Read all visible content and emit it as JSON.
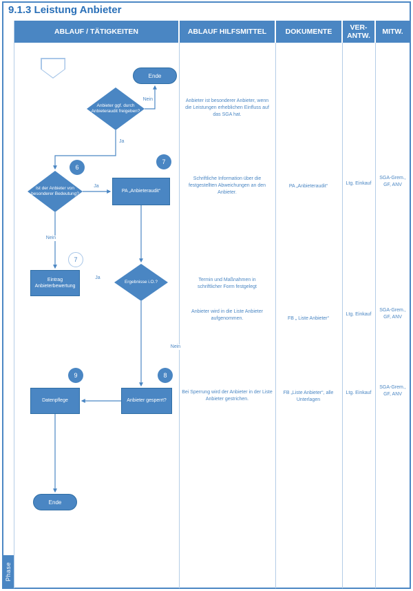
{
  "title": "9.1.3 Leistung Anbieter",
  "phase": {
    "label": "Phase"
  },
  "header": {
    "activities": "ABLAUF / TÄTIGKEITEN",
    "aids": "ABLAUF HILFSMITTEL",
    "documents": "DOKUMENTE",
    "responsible": "VER-ANTW.",
    "contributors": "MITW."
  },
  "flow": {
    "end_top": "Ende",
    "decision_audit_release": "Anbieter ggf. durch Anbieteraudit freigeben?",
    "decision_importance": "Ist der Anbieter von besonderer Bedeutung?",
    "process_audit": "PA „Anbieteraudit“",
    "process_rating_entry": "Eintrag Anbieterbewertung",
    "decision_results": "Ergebnisse i.O.?",
    "process_data_maintenance": "Datenpflege",
    "process_blocked": "Anbieter gesperrt?",
    "end_bottom": "Ende",
    "labels": {
      "yes": "Ja",
      "no": "Nein"
    },
    "steps": {
      "six": "6",
      "seven": "7",
      "eight": "8",
      "nine": "9"
    }
  },
  "notes": [
    "Anbieter ist besonderer Anbieter, wenn die Leistungen erheblichen Einfluss auf das SGA hat.",
    "Schriftliche Information über die festgestellten Abweichungen an den Anbieter.",
    "Termin und Maßnahmen in schriftlicher Form festgelegt",
    "Anbieter wird in die Liste Anbieter aufgenommen.",
    "Bei Sperrung wird der Anbieter in der Liste Anbieter gestrichen."
  ],
  "documents": [
    "PA „Anbieteraudit“",
    "FB „ Liste Anbieter“",
    "FB „Liste Anbieter“, alle Unterlagen"
  ],
  "responsible": [
    "Ltg. Einkauf",
    "Ltg. Einkauf",
    "Ltg. Einkauf"
  ],
  "contributors": [
    "SGA-Grem., GF, ANV",
    "SGA-Grem., GF, ANV",
    "SGA-Grem., GF, ANV"
  ],
  "colors": {
    "accent": "#4a86c3",
    "accent_dark": "#2e6da4",
    "light_border": "#a8c6e8"
  }
}
